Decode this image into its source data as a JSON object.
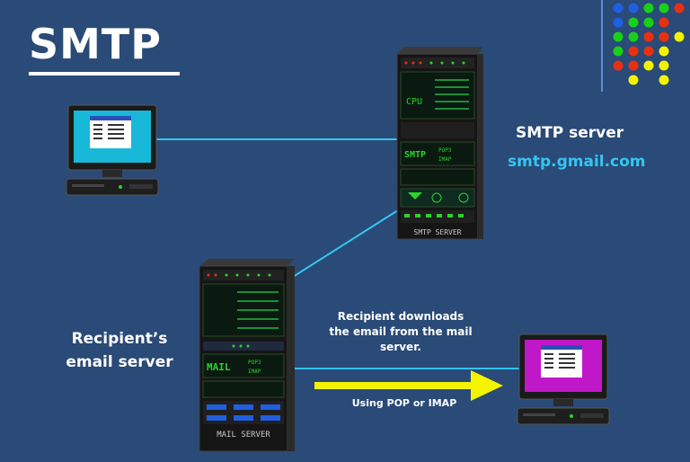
{
  "title": "SMTP",
  "smtp_server": {
    "label": "SMTP server",
    "host": "smtp.gmail.com",
    "rack_caption": "SMTP SERVER",
    "panel_text": "SMTP",
    "protocols": "POP3 IMAP"
  },
  "mail_server": {
    "rack_caption": "MAIL SERVER",
    "panel_text": "MAIL",
    "protocols": "POP3 IMAP"
  },
  "recipient": {
    "label_line1": "Recipient’s",
    "label_line2": "email server"
  },
  "download_caption": {
    "line1": "Recipient downloads",
    "line2": "the email from the mail",
    "line3": "server."
  },
  "protocol_caption": "Using POP or IMAP",
  "colors": {
    "background": "#2a4a77",
    "connector": "#33c6f2",
    "arrow": "#f4f400",
    "accent_text": "#33c6f2"
  },
  "dot_grid_colors": [
    [
      "#1f5fe0",
      "#1f5fe0",
      "#18d018",
      "#18d018",
      "#e83010"
    ],
    [
      "#1f5fe0",
      "#18d018",
      "#18d018",
      "#e83010",
      ""
    ],
    [
      "#18d018",
      "#18d018",
      "#e83010",
      "#e83010",
      "#f4f400"
    ],
    [
      "#18d018",
      "#e83010",
      "#e83010",
      "#f4f400",
      ""
    ],
    [
      "#e83010",
      "#e83010",
      "#f4f400",
      "#f4f400",
      ""
    ],
    [
      "",
      "#f4f400",
      "",
      "#f4f400",
      ""
    ]
  ]
}
